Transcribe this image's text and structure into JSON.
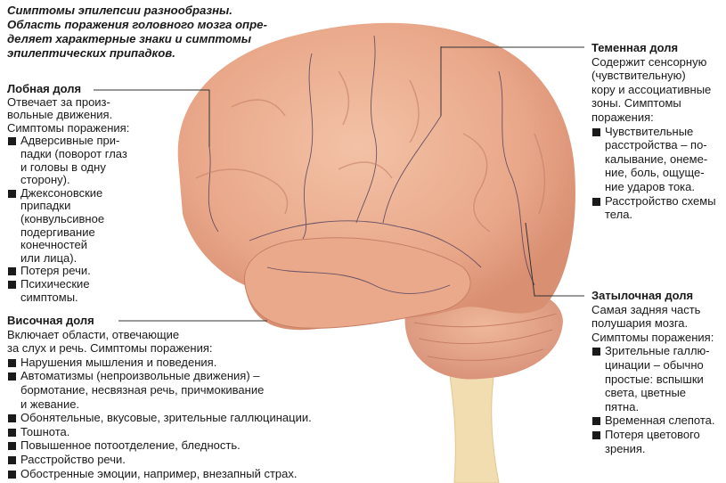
{
  "intro": "Симптомы эпилепсии разнообразны.\nОбласть поражения головного мозга опре-\nделяет характерные знаки и симптомы\nэпилептических припадков.",
  "colors": {
    "cortex": "#e9a789",
    "cortex_light": "#f4c8ad",
    "sulcus": "#b86d55",
    "brainstem": "#f2ddb0",
    "text": "#1a1a1a"
  },
  "frontal": {
    "title": "Лобная доля",
    "desc": "Отвечает за произ-\nвольные движения.\nСимптомы поражения:",
    "items": [
      "Адверсивные при-\nпадки (поворот глаз\nи головы в одну\nсторону).",
      "Джексоновские\nприпадки\n(конвульсивное\nподергивание\nконечностей\nили лица).",
      "Потеря речи.",
      "Психические\nсимптомы."
    ]
  },
  "temporal": {
    "title": "Височная доля",
    "desc": "Включает области, отвечающие\nза слух и речь. Симптомы поражения:",
    "items": [
      "Нарушения мышления и поведения.",
      "Автоматизмы (непроизвольные движения) –\nбормотание, несвязная речь, причмокивание\nи жевание.",
      "Обонятельные, вкусовые, зрительные галлюцинации.",
      "Тошнота.",
      "Повышенное потоотделение, бледность.",
      "Расстройство речи.",
      "Обостренные эмоции, например, внезапный страх."
    ]
  },
  "parietal": {
    "title": "Теменная доля",
    "desc": "Содержит сенсорную\n(чувствительную)\nкору и ассоциативные\nзоны. Симптомы\nпоражения:",
    "items": [
      "Чувствительные\nрасстройства – по-\nкалывание, онеме-\nние, боль, ощуще-\nние ударов тока.",
      "Расстройство схемы\nтела."
    ]
  },
  "occipital": {
    "title": "Затылочная доля",
    "desc": "Самая задняя часть\nполушария мозга.\nСимптомы поражения:",
    "items": [
      "Зрительные галлю-\nцинации – обычно\nпростые: вспышки\nсвета, цветные\nпятна.",
      "Временная слепота.",
      "Потеря цветового\nзрения."
    ]
  }
}
